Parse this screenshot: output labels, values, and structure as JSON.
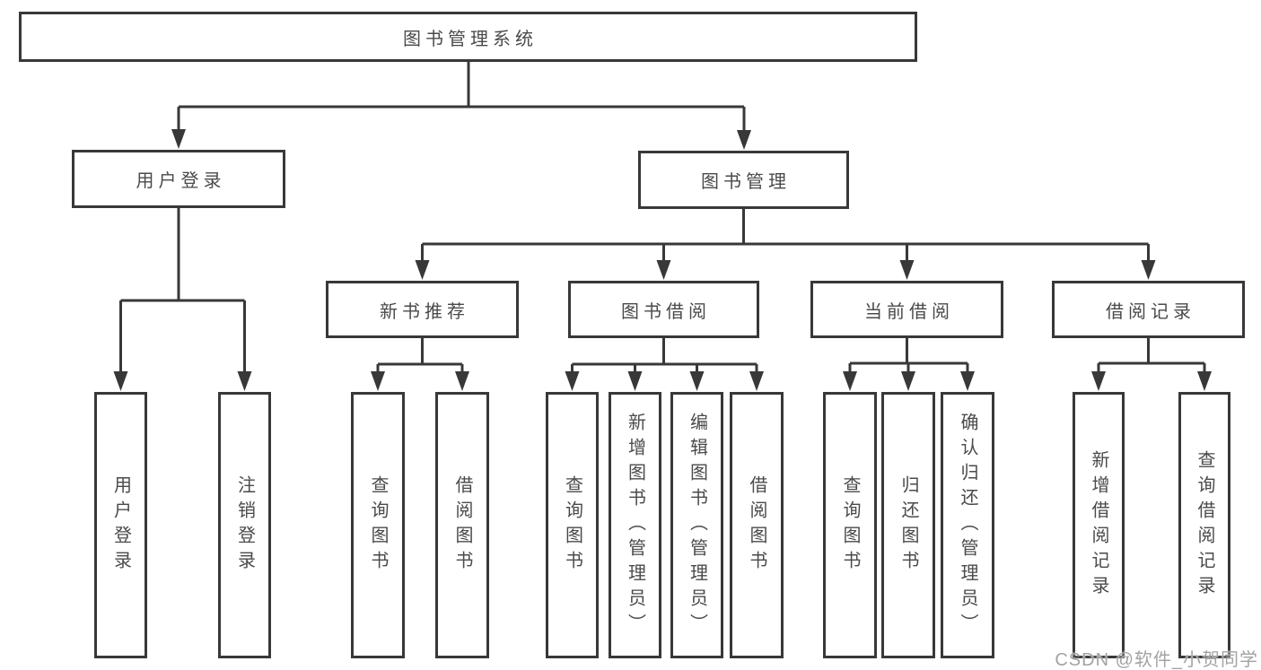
{
  "tree": {
    "root": {
      "label": "图书管理系统",
      "children": [
        {
          "id": "user-login",
          "label": "用户登录",
          "children": [
            {
              "id": "user-login-action",
              "label": "用户登录"
            },
            {
              "id": "logout-action",
              "label": "注销登录"
            }
          ]
        },
        {
          "id": "book-management",
          "label": "图书管理",
          "children": [
            {
              "id": "new-book-recommend",
              "label": "新书推荐",
              "children": [
                {
                  "id": "query-books",
                  "label": "查询图书"
                },
                {
                  "id": "borrow-books",
                  "label": "借阅图书"
                }
              ]
            },
            {
              "id": "book-borrowing",
              "label": "图书借阅",
              "children": [
                {
                  "id": "query-books",
                  "label": "查询图书"
                },
                {
                  "id": "add-books-admin",
                  "label": "新增图书（管理员）"
                },
                {
                  "id": "edit-books-admin",
                  "label": "编辑图书（管理员）"
                },
                {
                  "id": "borrow-books",
                  "label": "借阅图书"
                }
              ]
            },
            {
              "id": "current-borrowing",
              "label": "当前借阅",
              "children": [
                {
                  "id": "query-books",
                  "label": "查询图书"
                },
                {
                  "id": "return-books",
                  "label": "归还图书"
                },
                {
                  "id": "confirm-return-admin",
                  "label": "确认归还（管理员）"
                }
              ]
            },
            {
              "id": "borrowing-records",
              "label": "借阅记录",
              "children": [
                {
                  "id": "add-borrow-record",
                  "label": "新增借阅记录"
                },
                {
                  "id": "query-borrow-record",
                  "label": "查询借阅记录"
                }
              ]
            }
          ]
        }
      ]
    }
  },
  "watermark": {
    "text": "CSDN @软件_小贺同学"
  },
  "colors": {
    "line": "#383838",
    "box_border": "#383838",
    "text": "#4a4a4a",
    "background": "#ffffff",
    "watermark": "#a3a3a3"
  }
}
